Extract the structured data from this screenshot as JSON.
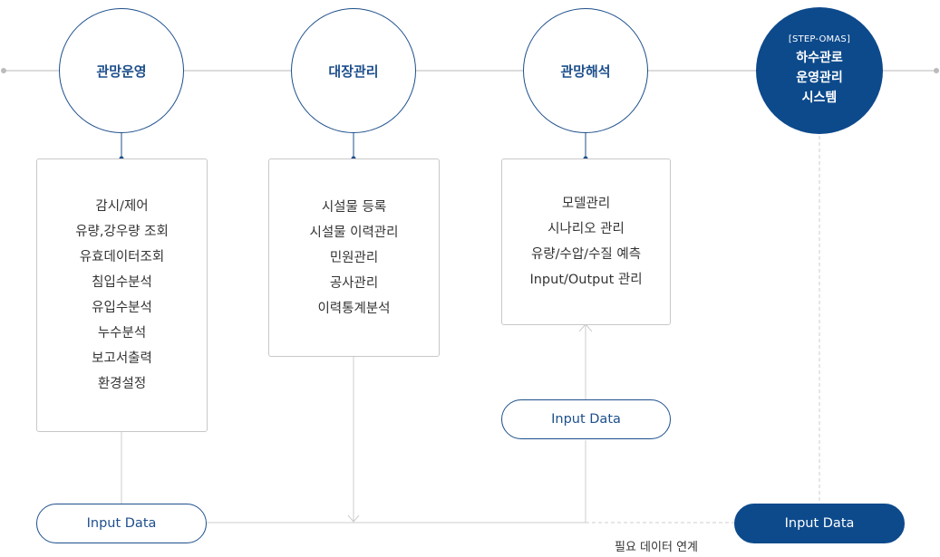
{
  "stages": {
    "monitoring": {
      "title": "관망운영",
      "items": [
        "감시/제어",
        "유량,강우량 조회",
        "유효데이터조회",
        "침입수분석",
        "유입수분석",
        "누수분석",
        "보고서출력",
        "환경설정"
      ]
    },
    "ledger": {
      "title": "대장관리",
      "items": [
        "시설물 등록",
        "시설물 이력관리",
        "민원관리",
        "공사관리",
        "이력통계분석"
      ]
    },
    "analysis": {
      "title": "관망해석",
      "items": [
        "모델관리",
        "시나리오 관리",
        "유량/수압/수질 예측",
        "Input/Output 관리"
      ]
    },
    "system": {
      "tag": "[STEP-OMAS]",
      "name_lines": [
        "하수관로",
        "운영관리",
        "시스템"
      ]
    }
  },
  "inputs": {
    "analysis_input": "Input Data",
    "left_input": "Input Data",
    "system_input": "Input Data"
  },
  "link_caption": "필요 데이터 연계",
  "colors": {
    "primary": "#0d4a8c",
    "line": "#cccccc",
    "text": "#333333"
  }
}
